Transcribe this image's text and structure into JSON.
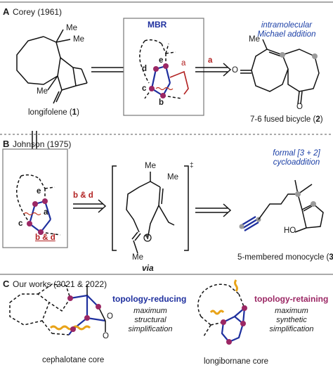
{
  "sections": {
    "a": {
      "letter": "A",
      "title": "Corey (1961)",
      "compound_label": "longifolene",
      "compound_num": "1",
      "box_label": "MBR",
      "bond_letters": [
        "d",
        "e",
        "c",
        "b"
      ],
      "red_label": "a",
      "arrow_label": "a",
      "strategy": [
        "intramolecular",
        "Michael addition"
      ],
      "product_label": "7-6 fused bicycle",
      "product_num": "2",
      "me_labels": [
        "Me",
        "Me",
        "Me",
        "Me"
      ],
      "oxygen": [
        "O",
        "O"
      ]
    },
    "b": {
      "letter": "B",
      "title": "Johnson (1975)",
      "arrow_label": "b & d",
      "red_label": "b & d",
      "bond_letters": [
        "e",
        "a",
        "c"
      ],
      "via_label": "via",
      "me_labels": [
        "Me",
        "Me",
        "Me"
      ],
      "dagger": "‡",
      "charge": "+",
      "strategy": [
        "formal [3 + 2]",
        "cycloaddition"
      ],
      "product_label": "5-membered monocycle",
      "product_num": "3",
      "ho_label": "HO"
    },
    "c": {
      "letter": "C",
      "title": "Our works (2021 & 2022)",
      "left_title": "topology-reducing",
      "left_desc": [
        "maximum",
        "structural",
        "simplification"
      ],
      "left_core": "cephalotane core",
      "right_title": "topology-retaining",
      "right_desc": [
        "maximum",
        "synthetic",
        "simplification"
      ],
      "right_core": "longibornane core",
      "oxygen": [
        "O",
        "O"
      ]
    }
  },
  "colors": {
    "blue": "#1e2f9e",
    "magenta": "#9b2764",
    "red": "#b22222",
    "orange": "#e8a319",
    "gray": "#9a9a9a"
  }
}
